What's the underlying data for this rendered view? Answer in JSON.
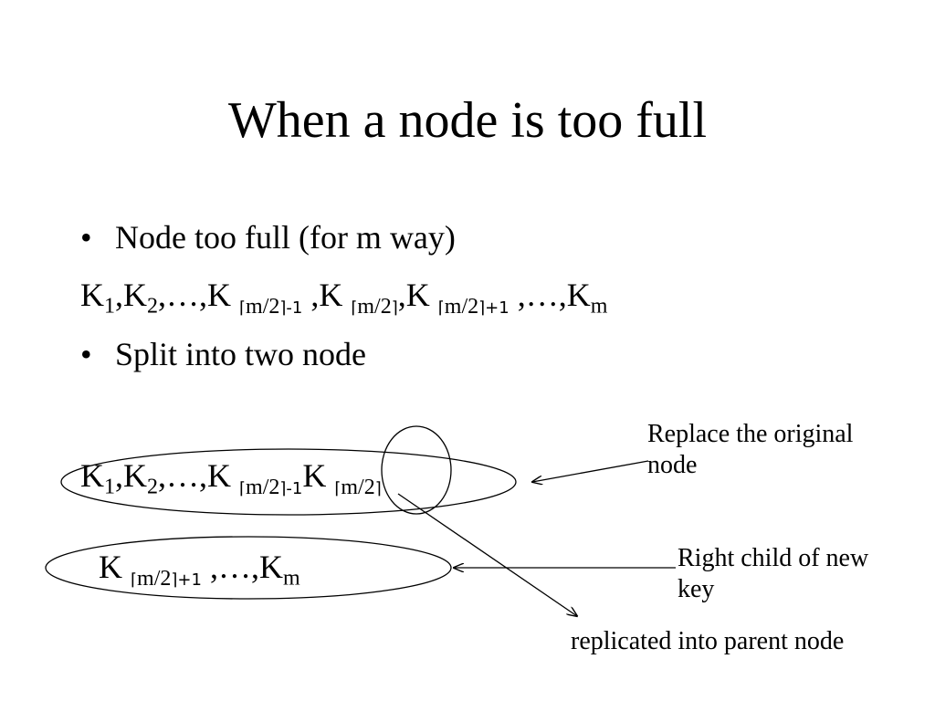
{
  "slide": {
    "title": "When a node is too full",
    "bullet_marker": "•",
    "bullet1": "Node too full (for m way)",
    "bullet2": "Split into two node",
    "sequence_full": {
      "k": "K",
      "s1": "1",
      "s2": "2",
      "comma": ",",
      "ellipsis": "…",
      "ceil_open": "⌈",
      "ceil_close": "⌉",
      "m2": "m/2",
      "minus1": "-1",
      "plus1": "+1",
      "sm": "m"
    },
    "left_node": "K1,K2,…,K⌈m/2⌉-1",
    "middle_key": "K⌈m/2⌉",
    "right_node": "K⌈m/2⌉+1,…,Km",
    "notes": {
      "replace_line1": "Replace the original",
      "replace_line2": "node",
      "right_child_line1": "Right child of new",
      "right_child_line2": "key",
      "replicated": "replicated into parent node"
    }
  }
}
